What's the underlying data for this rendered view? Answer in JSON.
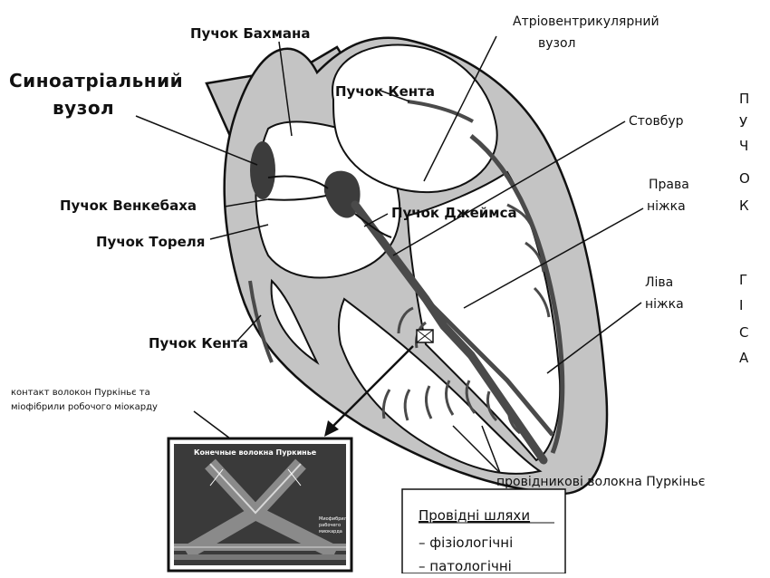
{
  "labels": {
    "bachmann": "Пучок Бахмана",
    "av_node_1": "Атріовентрикулярний",
    "av_node_2": "вузол",
    "sa_node_1": "Синоатріальний",
    "sa_node_2": "вузол",
    "kent_top": "Пучок Кента",
    "stem": "Стовбур",
    "wenckebach": "Пучок Венкебаха",
    "james": "Пучок Джеймса",
    "right_leg_1": "Права",
    "right_leg_2": "ніжка",
    "thorel": "Пучок Тореля",
    "left_leg_1": "Ліва",
    "left_leg_2": "ніжка",
    "kent_bottom": "Пучок Кента",
    "purkinje_contact_1": "контакт волокон Пуркіньє та",
    "purkinje_contact_2": "міофібрили робочого міокарду",
    "purkinje_fibers": "провідникові волокна Пуркіньє",
    "inset_title": "Конечные волокна Пуркинье",
    "inset_side_1": "Миофибрилы",
    "inset_side_2": "рабочего",
    "inset_side_3": "миокарда"
  },
  "bundle_of_his_vertical": [
    "П",
    "У",
    "Ч",
    "О",
    "К",
    "Г",
    "І",
    "С",
    "А"
  ],
  "legend": {
    "title": "Провідні шляхи",
    "items": [
      "– фізіологічні",
      "– патологічні"
    ]
  },
  "colors": {
    "wall": "#c4c4c4",
    "outline": "#111111",
    "node": "#3c3c3c",
    "conduction": "#4a4a4a",
    "inset_bg": "#3a3a3a"
  }
}
